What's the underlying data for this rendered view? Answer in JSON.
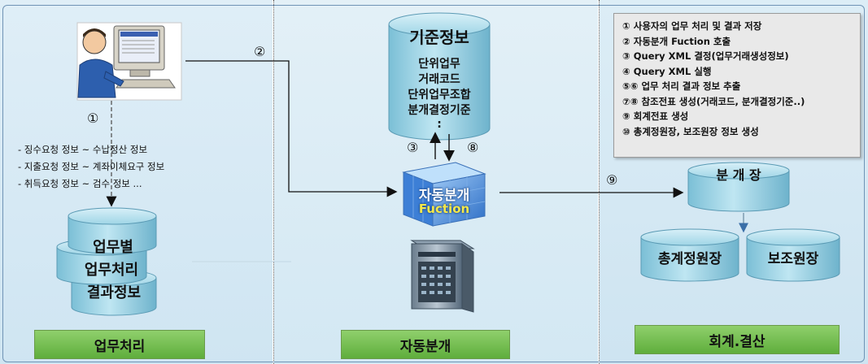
{
  "legend": {
    "items": [
      "① 사용자의 업무 처리 및 결과 저장",
      "② 자동분개 Fuction 호출",
      "③ Query XML 결정(업무거래생성정보)",
      "④ Query XML 실행",
      "⑤⑥ 업무 처리 결과 정보 추출",
      "⑦⑧ 참조전표 생성(거래코드, 분개결정기준..)",
      "⑨ 회계전표 생성",
      "⑩ 총계정원장, 보조원장 정보 생성"
    ]
  },
  "steps": {
    "s1": "①",
    "s2": "②",
    "s3": "③",
    "s8": "⑧",
    "s9": "⑨"
  },
  "info": {
    "lines": [
      "- 징수요청 정보 ~ 수납정산 정보",
      "- 지출요청 정보 ~ 계좌이체요구 정보",
      "- 취득요청 정보 ~ 검수 정보 ..."
    ]
  },
  "db_business": {
    "line1": "업무별",
    "line2": "업무처리",
    "line3": "결과정보"
  },
  "db_standard": {
    "title": "기준정보",
    "line1": "단위업무",
    "line2": "거래코드",
    "line3": "단위업무조합",
    "line4": "분개결정기준",
    "line5": ":"
  },
  "auto_function": {
    "line1": "자동분개",
    "line2": "Fuction"
  },
  "journal": {
    "title": "분 개 장"
  },
  "ledgers": {
    "general": "총계정원장",
    "sub": "보조원장"
  },
  "panels": {
    "left": "업무처리",
    "middle": "자동분개",
    "right": "회계.결산"
  },
  "colors": {
    "cylinder_top": "#a8dcec",
    "cylinder_body": "#7cc4dc",
    "label_green": "#6fbf4a",
    "cube_blue": "#3d7fd6"
  }
}
